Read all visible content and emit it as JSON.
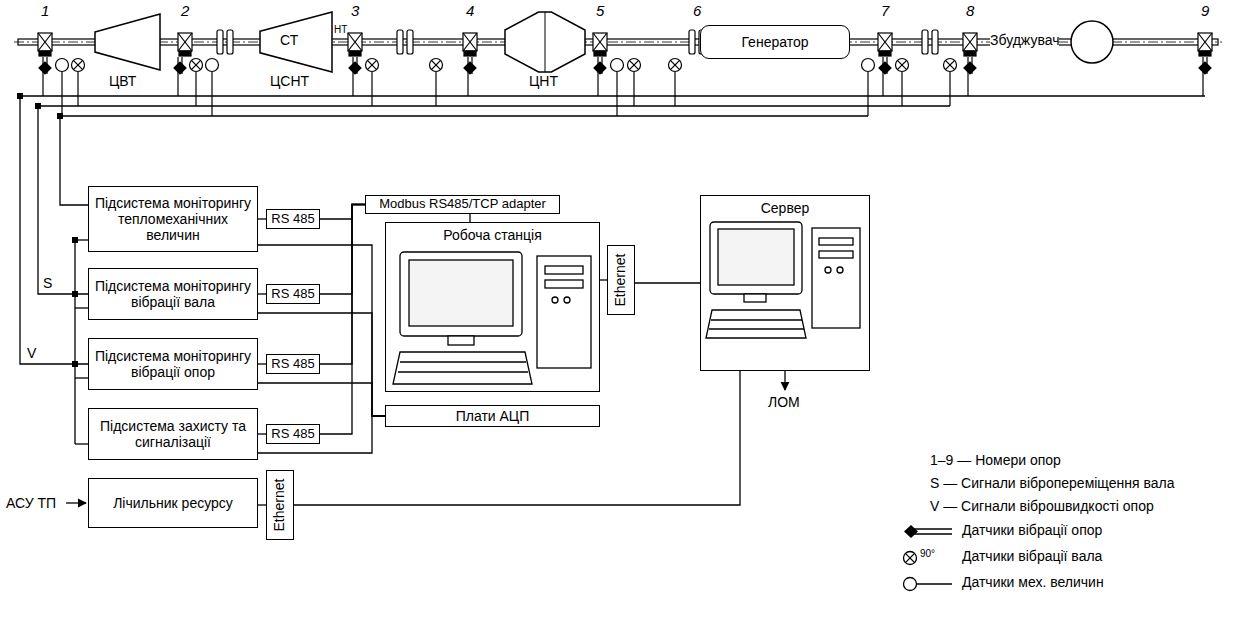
{
  "diagram": {
    "nodes": [
      {
        "text": [
          "ЦВТ"
        ]
      },
      {
        "text": [
          "ЦСНТ",
          "СТ",
          "НТ"
        ]
      },
      {
        "text": [
          "ЦНТ"
        ]
      },
      {
        "text": [
          "Генератор"
        ]
      },
      {
        "text": [
          "Збуджувач"
        ]
      },
      {
        "text": [
          "Підсистема моніторингу тепломеханічних величин"
        ]
      },
      {
        "text": [
          "RS 485"
        ]
      },
      {
        "text": [
          "Підсистема моніторингу вібрації вала"
        ]
      },
      {
        "text": [
          "RS 485"
        ]
      },
      {
        "text": [
          "Підсистема моніторингу вібрації опор"
        ]
      },
      {
        "text": [
          "RS 485"
        ]
      },
      {
        "text": [
          "Підсистема захисту та сигналізації"
        ]
      },
      {
        "text": [
          "RS 485"
        ]
      },
      {
        "text": [
          "Modbus RS485/TCP adapter"
        ]
      },
      {
        "text": [
          "Робоча станція"
        ]
      },
      {
        "text": [
          "Плати АЦП"
        ]
      },
      {
        "text": [
          "Ethernet"
        ]
      },
      {
        "text": [
          "Сервер"
        ]
      },
      {
        "text": [
          "Лічильник ресурсу"
        ]
      },
      {
        "text": [
          "Ethernet"
        ]
      }
    ],
    "edges": [
      {
        "from": 5,
        "to": 6,
        "arrow": "none"
      },
      {
        "from": 7,
        "to": 8,
        "arrow": "none"
      },
      {
        "from": 9,
        "to": 10,
        "arrow": "none"
      },
      {
        "from": 11,
        "to": 12,
        "arrow": "none"
      },
      {
        "from": 6,
        "to": 13,
        "arrow": "none"
      },
      {
        "from": 8,
        "to": 13,
        "arrow": "none"
      },
      {
        "from": 10,
        "to": 13,
        "arrow": "none"
      },
      {
        "from": 12,
        "to": 13,
        "arrow": "none"
      },
      {
        "from": 13,
        "to": 14,
        "arrow": "none"
      },
      {
        "from": 5,
        "to": 15,
        "arrow": "none"
      },
      {
        "from": 7,
        "to": 15,
        "arrow": "none"
      },
      {
        "from": 9,
        "to": 15,
        "arrow": "none"
      },
      {
        "from": 11,
        "to": 15,
        "arrow": "none"
      },
      {
        "from": 14,
        "to": 16,
        "arrow": "none"
      },
      {
        "from": 16,
        "to": 17,
        "arrow": "none"
      },
      {
        "from": 18,
        "to": 19,
        "arrow": "none"
      },
      {
        "from": 19,
        "to": 17,
        "arrow": "none"
      }
    ],
    "labels": [
      "1",
      "2",
      "3",
      "4",
      "5",
      "6",
      "7",
      "8",
      "9",
      "S",
      "V",
      "АСУ ТП",
      "ЛОМ",
      "90°"
    ],
    "legend": [
      {
        "text": "1–9 — Номери опор"
      },
      {
        "text": "S — Сигнали вібропереміщення вала"
      },
      {
        "text": "V — Сигнали віброшвидкості опор"
      },
      {
        "text": "Датчики вібрації опор"
      },
      {
        "text": "Датчики вібрації вала"
      },
      {
        "text": "Датчики мех. величин"
      }
    ]
  }
}
